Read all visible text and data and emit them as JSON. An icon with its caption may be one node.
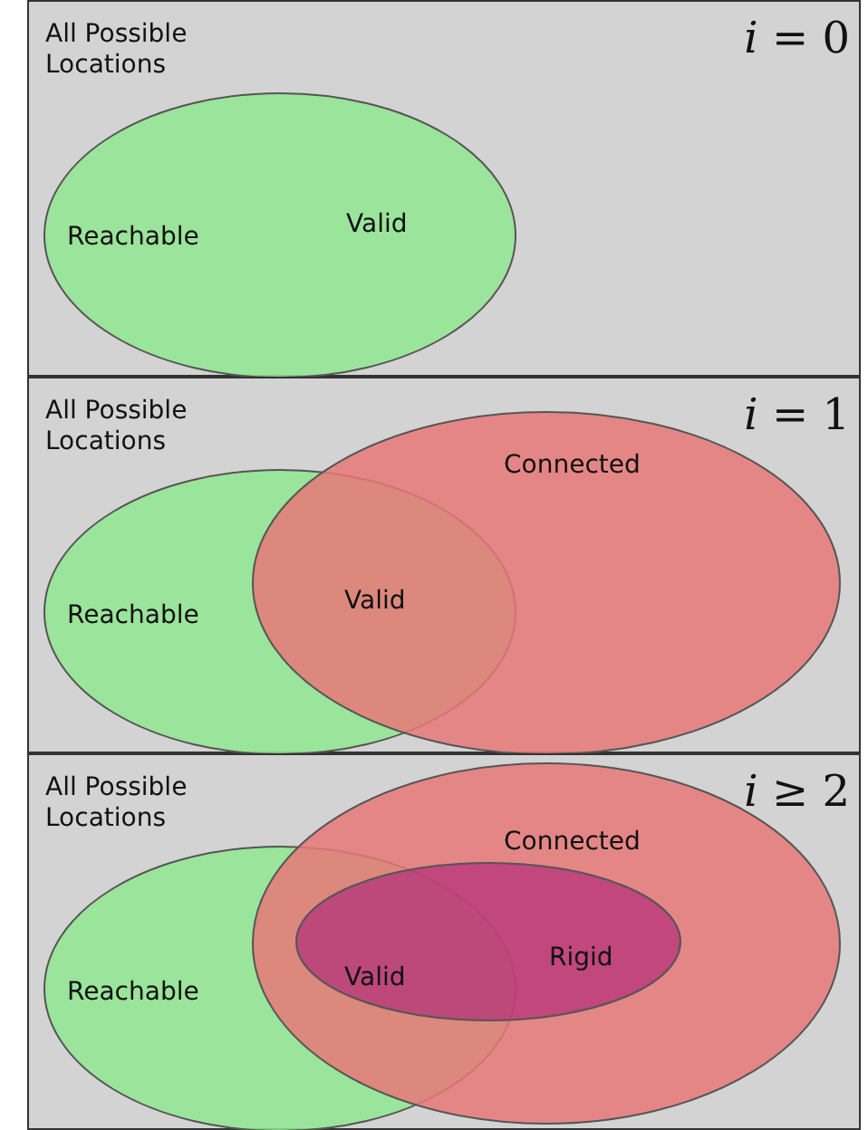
{
  "diagram": {
    "nodes": [
      {
        "text": [
          "All Possible Locations",
          "*i* = 0"
        ]
      },
      {
        "text": [
          "Reachable",
          "Valid"
        ],
        "in": 0
      },
      {
        "text": [
          "All Possible Locations",
          "*i* = 1"
        ]
      },
      {
        "text": [
          "Reachable"
        ],
        "in": 2
      },
      {
        "text": [
          "Connected"
        ],
        "in": 2
      },
      {
        "text": [
          "All Possible Locations",
          "*i* ≥ 2"
        ]
      },
      {
        "text": [
          "Reachable"
        ],
        "in": 5
      },
      {
        "text": [
          "Connected"
        ],
        "in": 5
      },
      {
        "text": [
          "Rigid"
        ],
        "in": 7
      }
    ],
    "labels": [
      "Valid",
      "Valid"
    ]
  }
}
